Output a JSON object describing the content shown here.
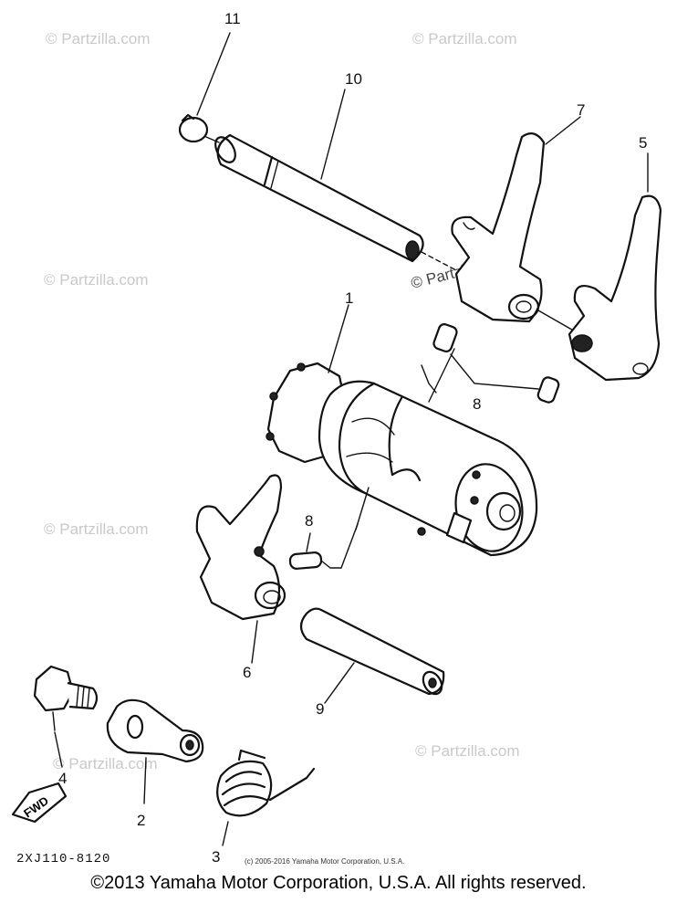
{
  "watermark": "© Partzilla.com",
  "callouts": {
    "p1": "1",
    "p2": "2",
    "p3": "3",
    "p4": "4",
    "p5": "5",
    "p6": "6",
    "p7": "7",
    "p8a": "8",
    "p8b": "8",
    "p9": "9",
    "p10": "10",
    "p11": "11"
  },
  "fwd_label": "FWD",
  "diagram_code": "2XJ110-8120",
  "small_copyright": "(c) 2005-2016 Yamaha Motor Corporation, U.S.A.",
  "footer_copyright": "©2013 Yamaha Motor Corporation, U.S.A. All rights reserved."
}
